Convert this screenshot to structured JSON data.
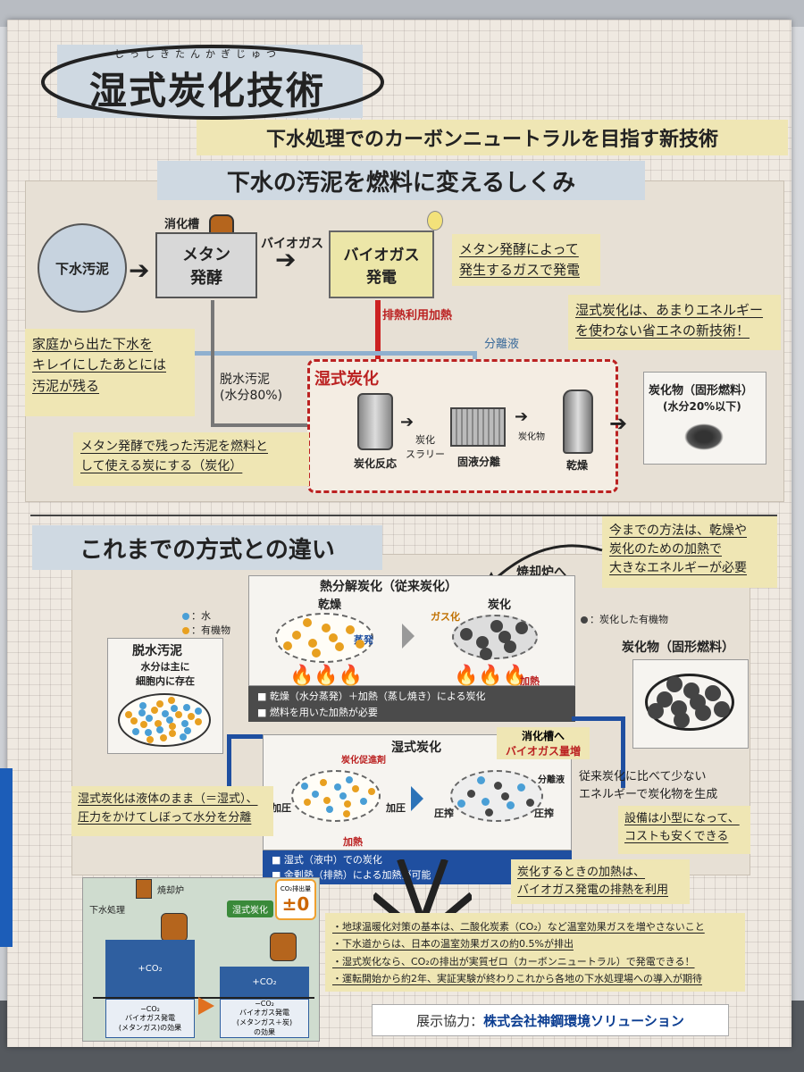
{
  "title": {
    "ruby": "しっしきたんかぎじゅつ",
    "text": "湿式炭化技術"
  },
  "subtitle": "下水処理でのカーボンニュートラルを目指す新技術",
  "section1": {
    "heading": "下水の汚泥を燃料に変えるしくみ",
    "sewage_sludge": "下水汚泥",
    "digester_label": "消化槽",
    "methane": "メタン\n発酵",
    "biogas_arrow": "バイオガス",
    "biogas_power": "バイオガス\n発電",
    "waste_heat": "排熱利用加熱",
    "separated_liquid": "分離液",
    "dewatered": "脱水汚泥\n(水分80%)",
    "wet_carb_title": "湿式炭化",
    "carb_reaction": "炭化反応",
    "carb_slurry": "炭化\nスラリー",
    "solid_liquid": "固液分離",
    "carbide": "炭化物",
    "drying": "乾燥",
    "product": "炭化物（固形燃料）",
    "product_water": "(水分20%以下)",
    "note_household": "家庭から出た下水を\nキレイにしたあとには\n汚泥が残る",
    "note_methane": "メタン発酵によって\n発生するガスで発電",
    "note_wetcarb": "湿式炭化は、あまりエネルギー\nを使わない省エネの新技術！",
    "note_residue": "メタン発酵で残った汚泥を燃料と\nして使える炭にする（炭化）"
  },
  "section2": {
    "heading": "これまでの方式との違い",
    "note_old": "今までの方法は、乾燥や\n炭化のための加熱で\n大きなエネルギーが必要",
    "incinerator": "焼却炉へ",
    "pyrolysis_title": "熱分解炭化（従来炭化）",
    "drying": "乾燥",
    "carbonizing": "炭化",
    "evaporation": "蒸発",
    "gasification": "ガス化",
    "heating": "加熱",
    "legend_water": "：水",
    "legend_organic": "：有機物",
    "legend_carbonized": "：炭化した有機物",
    "dewatered_title": "脱水汚泥",
    "dewatered_note": "水分は主に\n細胞内に存在",
    "pyro_footer_1": "■ 乾燥（水分蒸発）＋加熱（蒸し焼き）による炭化",
    "pyro_footer_2": "■ 燃料を用いた加熱が必要",
    "product": "炭化物（固形燃料）",
    "to_digester": "消化槽へ",
    "biogas_increase": "バイオガス量増",
    "wet_title": "湿式炭化",
    "catalyst": "炭化促進剤",
    "pressure": "加圧",
    "compression": "圧搾",
    "separated": "分離液",
    "wet_footer_1": "■ 湿式（液中）での炭化",
    "wet_footer_2": "■ 余剰熱（排熱）による加熱が可能",
    "note_liquid": "湿式炭化は液体のまま（＝湿式）、\n圧力をかけてしぼって水分を分離",
    "note_less_energy": "従来炭化に比べて少ない\nエネルギーで炭化物を生成",
    "note_small": "設備は小型になって、\nコストも安くできる",
    "note_heat": "炭化するときの加熱は、\nバイオガス発電の排熱を利用"
  },
  "section3": {
    "sewage_treatment": "下水処理",
    "incinerator": "焼却炉",
    "wet_carb": "湿式炭化",
    "co2_label": "CO₂排出量",
    "co2_value": "±0",
    "co2_bar": "+CO₂",
    "minus_co2": "−CO₂",
    "effect_1": "バイオガス発電\n(メタンガス)の効果",
    "effect_2": "バイオガス発電\n(メタンガス＋炭)\nの効果",
    "bullets": [
      "・地球温暖化対策の基本は、二酸化炭素（CO₂）など温室効果ガスを増やさないこと",
      "・下水道からは、日本の温室効果ガスの約0.5%が排出",
      "・湿式炭化なら、CO₂の排出が実質ゼロ（カーボンニュートラル）で発電できる！",
      "・運転開始から約2年、実証実験が終わりこれから各地の下水処理場への導入が期待"
    ],
    "credit_label": "展示協力：",
    "credit_company": "株式会社神鋼環境ソリューション"
  },
  "colors": {
    "water": "#4a9fd6",
    "organic": "#e8a020",
    "carbon": "#444444",
    "red": "#cc2222",
    "blue_band": "#1f4fa0"
  }
}
